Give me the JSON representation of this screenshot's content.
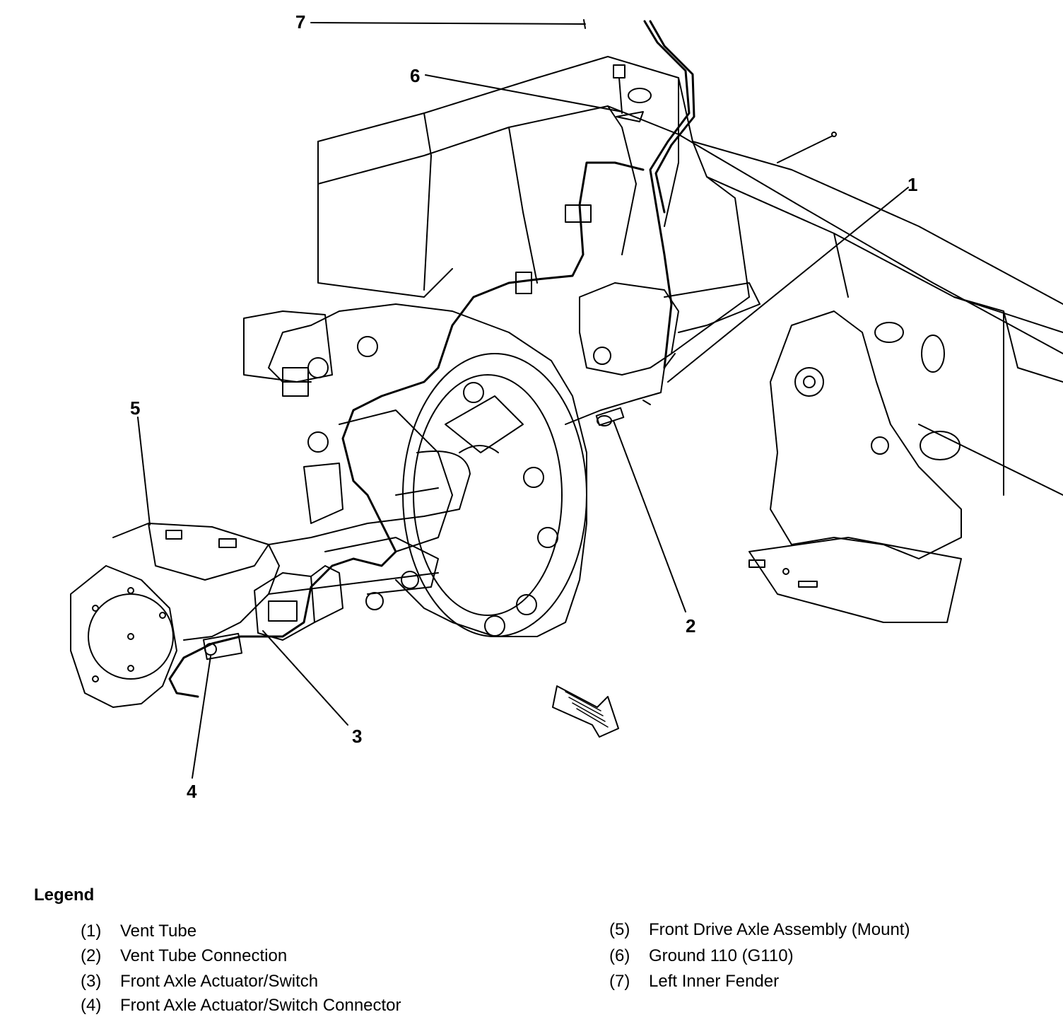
{
  "callouts": {
    "c1": "1",
    "c2": "2",
    "c3": "3",
    "c4": "4",
    "c5": "5",
    "c6": "6",
    "c7": "7"
  },
  "legend": {
    "title": "Legend",
    "items": [
      {
        "num": "(1)",
        "label": "Vent Tube"
      },
      {
        "num": "(2)",
        "label": "Vent Tube Connection"
      },
      {
        "num": "(3)",
        "label": "Front Axle Actuator/Switch"
      },
      {
        "num": "(4)",
        "label": "Front Axle Actuator/Switch Connector"
      },
      {
        "num": "(5)",
        "label": "Front Drive Axle Assembly (Mount)"
      },
      {
        "num": "(6)",
        "label": "Ground 110 (G110)"
      },
      {
        "num": "(7)",
        "label": "Left Inner Fender"
      }
    ]
  },
  "colors": {
    "ink": "#000000",
    "paper": "#ffffff"
  }
}
